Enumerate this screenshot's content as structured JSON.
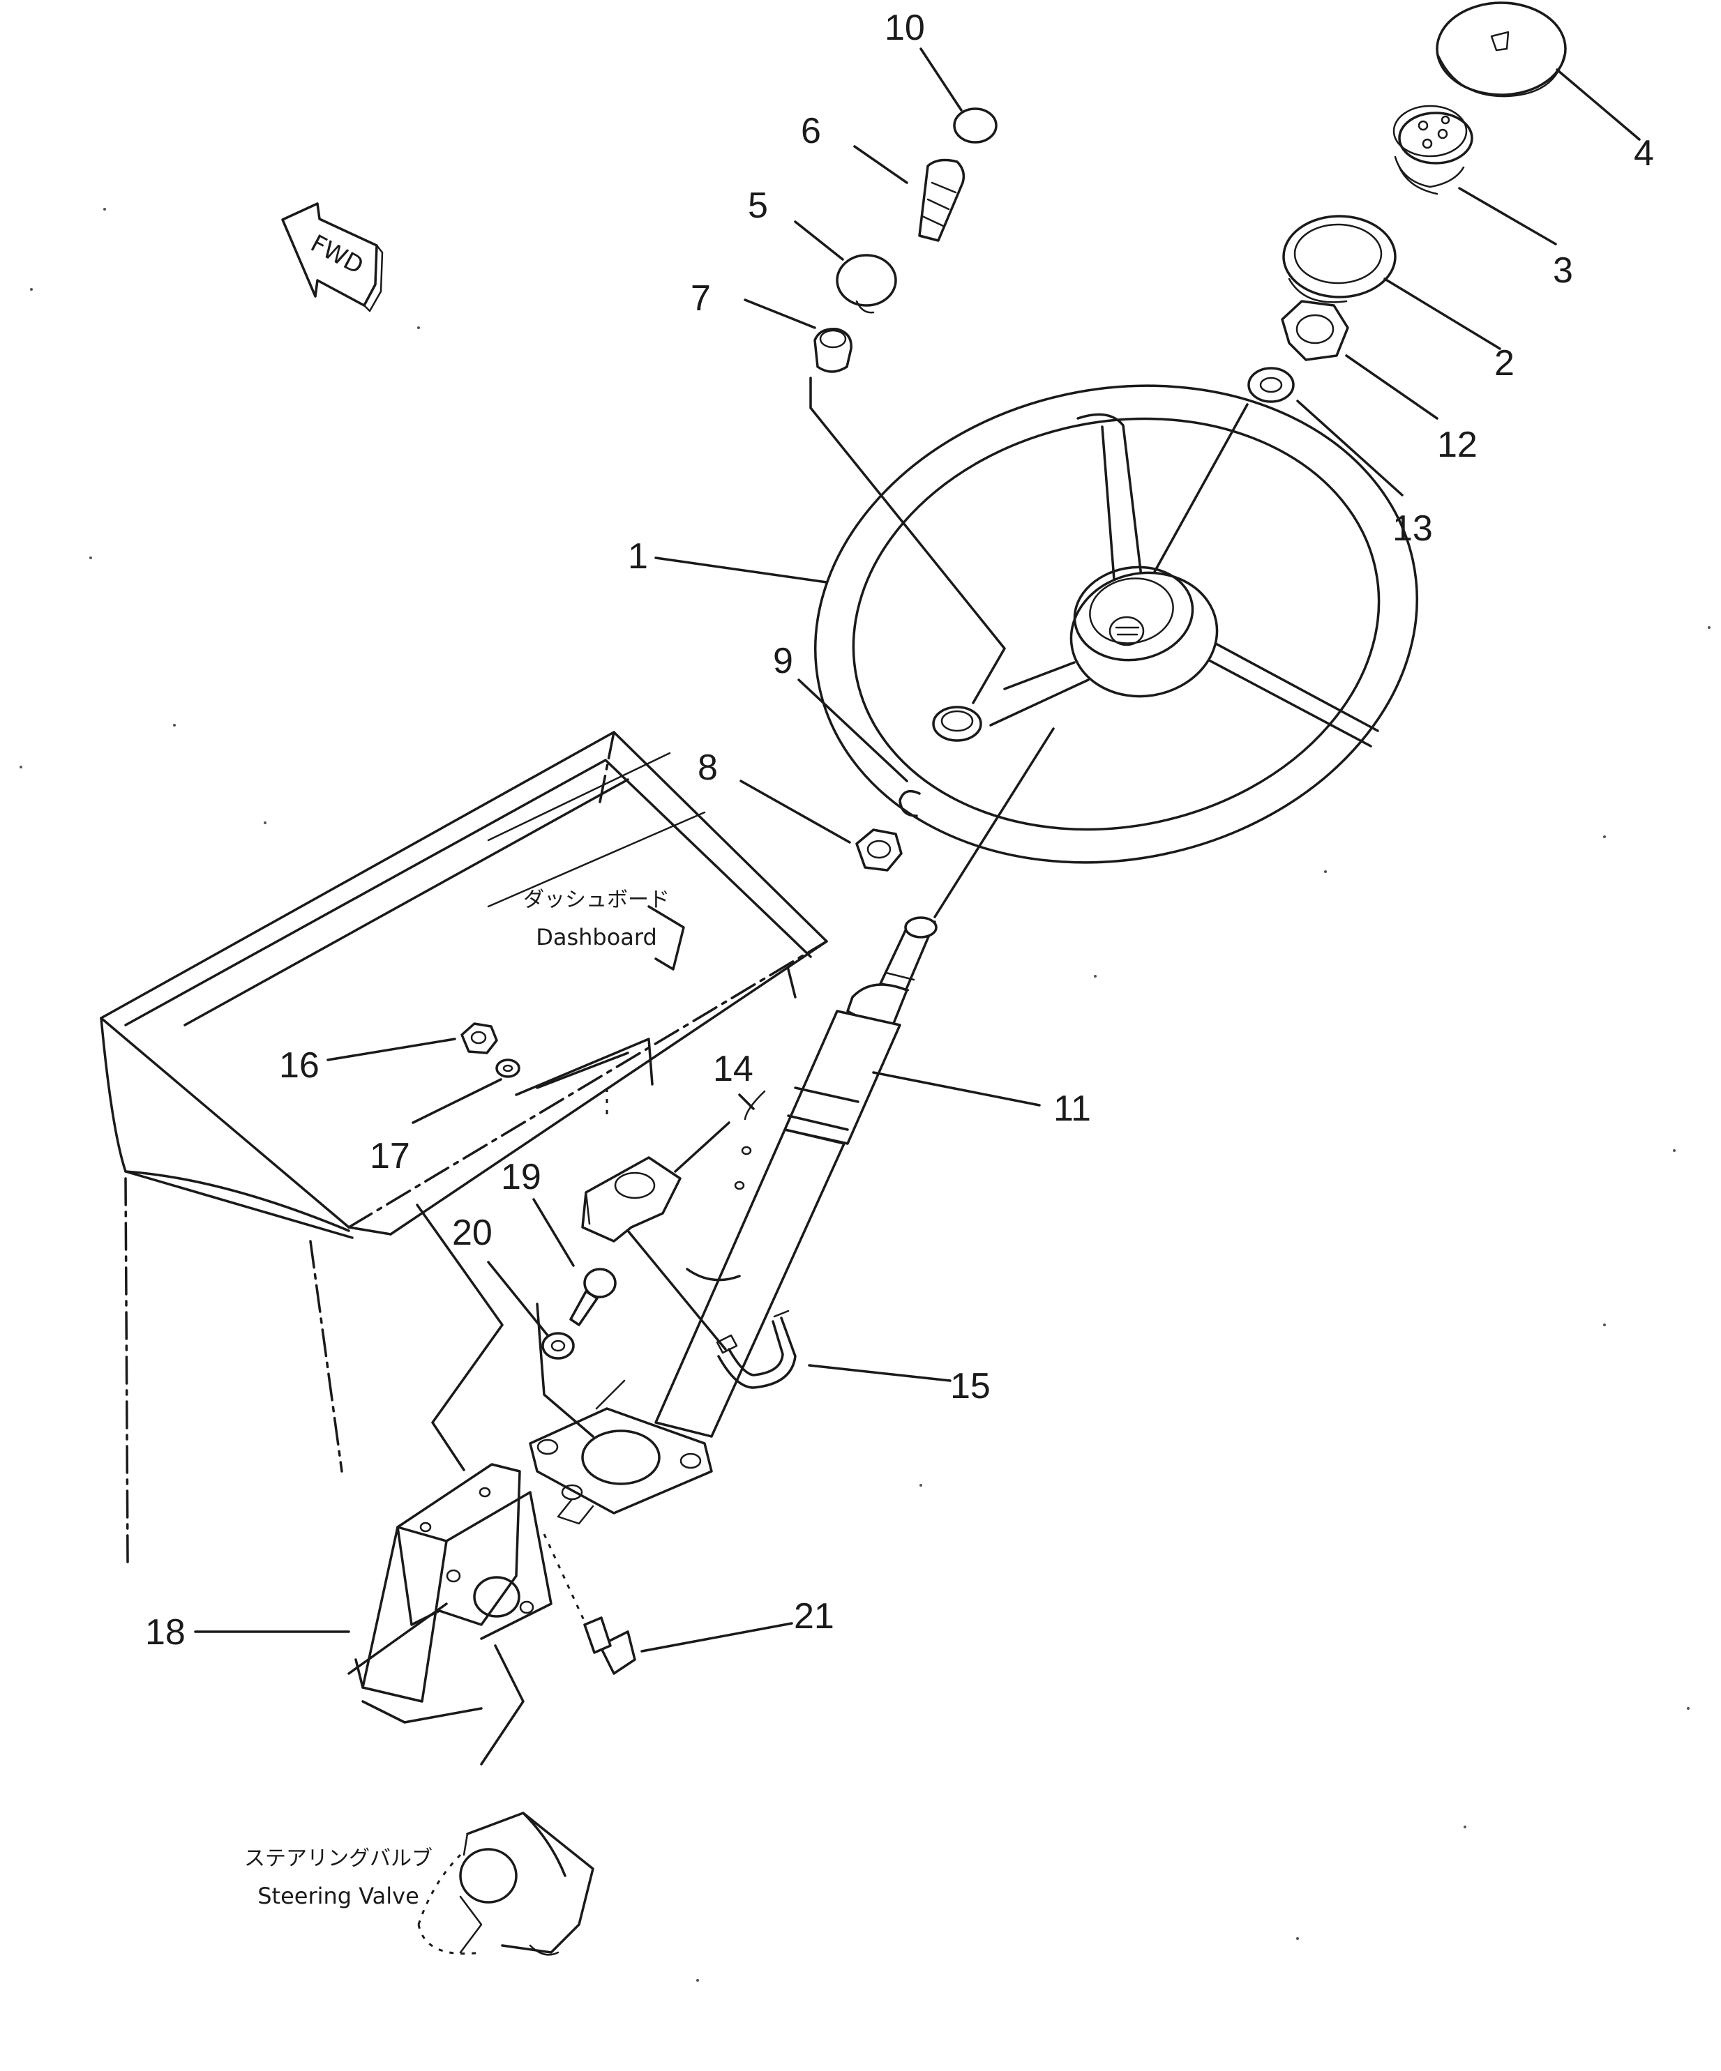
{
  "orientation_badge": {
    "text": "FWD",
    "icon": "fwd-arrow-icon"
  },
  "callouts": [
    {
      "id": "1",
      "part": "steering-wheel"
    },
    {
      "id": "2",
      "part": "ring"
    },
    {
      "id": "3",
      "part": "horn-contact"
    },
    {
      "id": "4",
      "part": "horn-cap"
    },
    {
      "id": "5",
      "part": "knob"
    },
    {
      "id": "6",
      "part": "bolt"
    },
    {
      "id": "7",
      "part": "bushing"
    },
    {
      "id": "8",
      "part": "nut"
    },
    {
      "id": "9",
      "part": "clip"
    },
    {
      "id": "10",
      "part": "cap"
    },
    {
      "id": "11",
      "part": "steering-column"
    },
    {
      "id": "12",
      "part": "nut"
    },
    {
      "id": "13",
      "part": "washer"
    },
    {
      "id": "14",
      "part": "column-clamp"
    },
    {
      "id": "15",
      "part": "u-bolt"
    },
    {
      "id": "16",
      "part": "nut"
    },
    {
      "id": "17",
      "part": "washer"
    },
    {
      "id": "18",
      "part": "bracket"
    },
    {
      "id": "19",
      "part": "bolt"
    },
    {
      "id": "20",
      "part": "washer"
    },
    {
      "id": "21",
      "part": "bolt"
    }
  ],
  "captions": {
    "dashboard": {
      "ja": "ダッシュボード",
      "en": "Dashboard"
    },
    "steering_valve": {
      "ja": "ステアリングバルブ",
      "en": "Steering Valve"
    }
  }
}
